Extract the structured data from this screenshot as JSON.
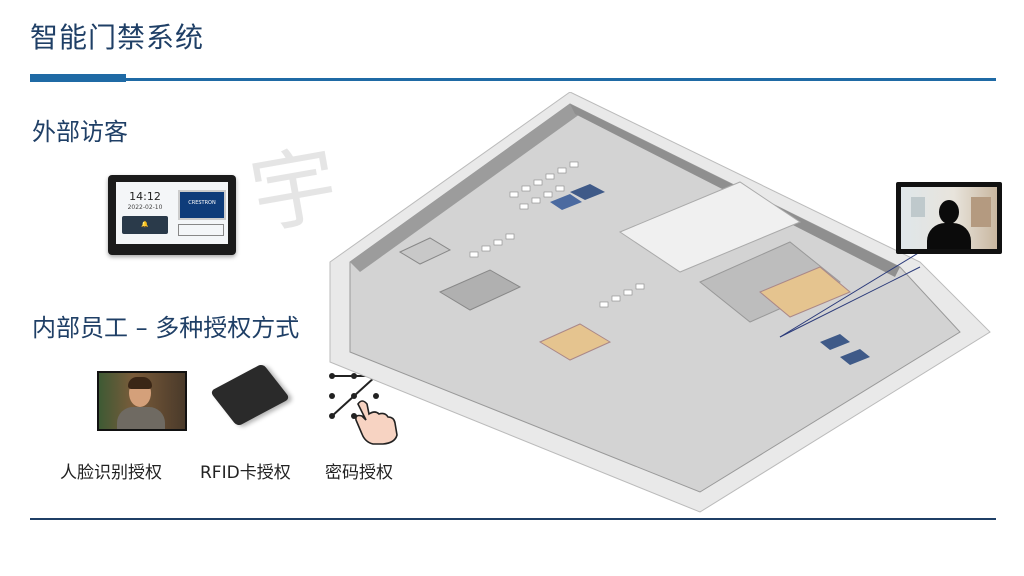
{
  "header": {
    "title": "智能门禁系统"
  },
  "sections": {
    "external": "外部访客",
    "internal": "内部员工 – 多种授权方式"
  },
  "panel": {
    "time": "14:12",
    "date": "2022-02-10",
    "brand": "CRESTRON"
  },
  "methods": [
    {
      "label": "人脸识别授权",
      "icon": "face-photo-icon"
    },
    {
      "label": "RFID卡授权",
      "icon": "rfid-card-icon"
    },
    {
      "label": "密码授权",
      "icon": "pattern-password-icon"
    }
  ],
  "watermark": "宇",
  "colors": {
    "accent": "#1f6aa5",
    "title": "#1f3f66",
    "floor": "#cfcfcf"
  }
}
